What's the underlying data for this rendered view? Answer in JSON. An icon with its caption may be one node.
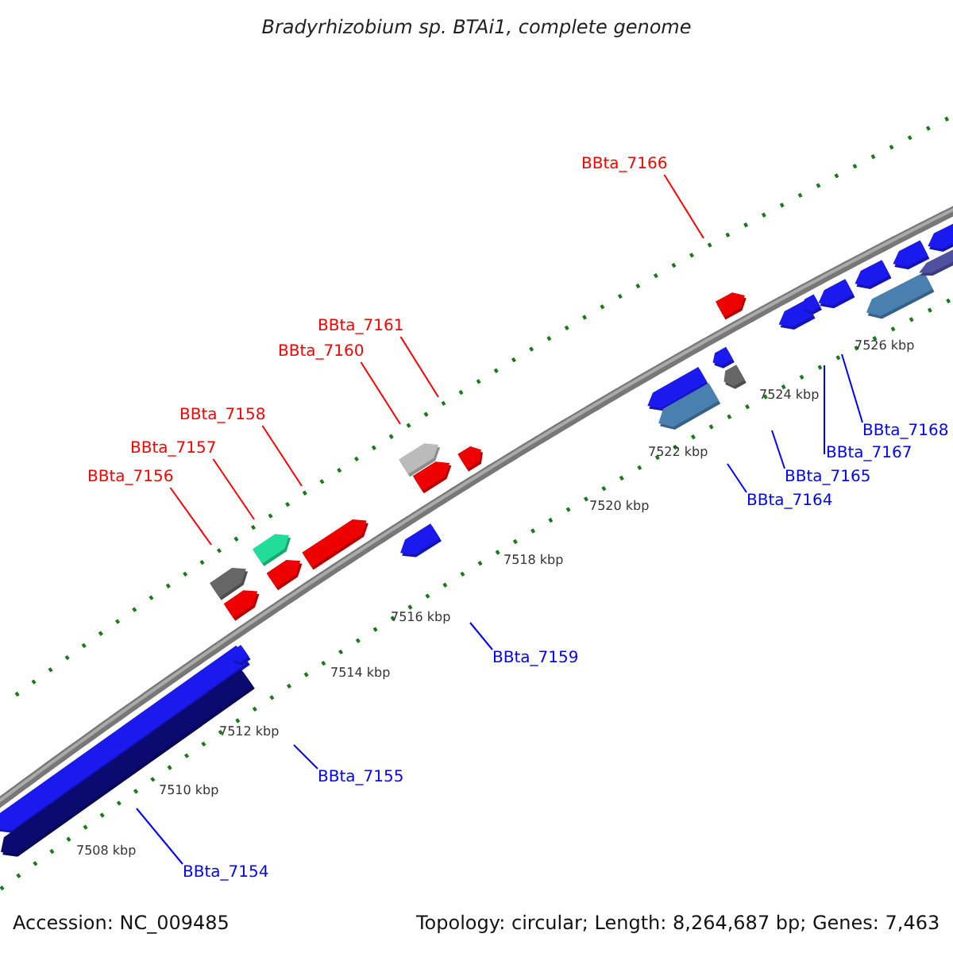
{
  "diagram": {
    "title": "Bradyrhizobium sp. BTAi1, complete genome",
    "nodes": [
      {
        "text": [
          "BBta_7166"
        ]
      },
      {
        "text": [
          "BBta_7161"
        ]
      },
      {
        "text": [
          "BBta_7160"
        ]
      },
      {
        "text": [
          "BBta_7158"
        ]
      },
      {
        "text": [
          "BBta_7168"
        ]
      },
      {
        "text": [
          "BBta_7157"
        ]
      },
      {
        "text": [
          "BBta_7167"
        ]
      },
      {
        "text": [
          "BBta_7165"
        ]
      },
      {
        "text": [
          "BBta_7156"
        ]
      },
      {
        "text": [
          "BBta_7164"
        ]
      },
      {
        "text": [
          "BBta_7159"
        ]
      },
      {
        "text": [
          "BBta_7155"
        ]
      },
      {
        "text": [
          "BBta_7154"
        ]
      }
    ],
    "edges": [
      {
        "from": 0,
        "to": null,
        "arrow": "none",
        "color": "#ff0000"
      },
      {
        "from": 1,
        "to": null,
        "arrow": "none",
        "color": "#ff0000"
      },
      {
        "from": 2,
        "to": null,
        "arrow": "none",
        "color": "#ff0000"
      },
      {
        "from": 3,
        "to": null,
        "arrow": "none",
        "color": "#ff0000"
      },
      {
        "from": 4,
        "to": null,
        "arrow": "none"
      },
      {
        "from": 5,
        "to": null,
        "arrow": "none",
        "color": "#ff0000"
      },
      {
        "from": 6,
        "to": null,
        "arrow": "none"
      },
      {
        "from": 7,
        "to": null,
        "arrow": "none"
      },
      {
        "from": 8,
        "to": null,
        "arrow": "none",
        "color": "#ff0000"
      },
      {
        "from": 9,
        "to": null,
        "arrow": "none"
      },
      {
        "from": 10,
        "to": null,
        "arrow": "none"
      },
      {
        "from": 11,
        "to": null,
        "arrow": "none"
      },
      {
        "from": 12,
        "to": null,
        "arrow": "none"
      }
    ],
    "labels": [
      "7526 kbp",
      "7524 kbp",
      "7522 kbp",
      "7520 kbp",
      "7518 kbp",
      "7516 kbp",
      "7514 kbp",
      "7512 kbp",
      "7510 kbp",
      "7508 kbp",
      "Accession: NC_009485",
      "Topology: circular; Length: 8,264,687 bp; Genes: 7,463"
    ]
  }
}
